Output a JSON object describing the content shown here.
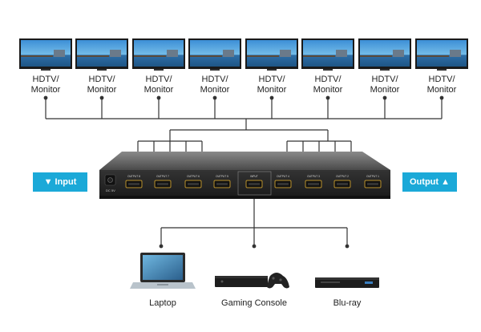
{
  "monitors": [
    {
      "line1": "HDTV/",
      "line2": "Monitor"
    },
    {
      "line1": "HDTV/",
      "line2": "Monitor"
    },
    {
      "line1": "HDTV/",
      "line2": "Monitor"
    },
    {
      "line1": "HDTV/",
      "line2": "Monitor"
    },
    {
      "line1": "HDTV/",
      "line2": "Monitor"
    },
    {
      "line1": "HDTV/",
      "line2": "Monitor"
    },
    {
      "line1": "HDTV/",
      "line2": "Monitor"
    },
    {
      "line1": "HDTV/",
      "line2": "Monitor"
    }
  ],
  "input_badge": "▼ Input",
  "output_badge": "Output ▲",
  "splitter": {
    "dc_label": "DC 5V",
    "port_labels": [
      "OUTPUT 8",
      "OUTPUT 7",
      "OUTPUT 6",
      "OUTPUT 5",
      "INPUT",
      "OUTPUT 4",
      "OUTPUT 3",
      "OUTPUT 2",
      "OUTPUT 1"
    ]
  },
  "sources": [
    {
      "name": "Laptop",
      "icon": "laptop-icon"
    },
    {
      "name": "Gaming Console",
      "icon": "game-console-icon"
    },
    {
      "name": "Blu-ray",
      "icon": "bluray-player-icon"
    }
  ],
  "colors": {
    "accent": "#1ba9d8",
    "device": "#2b2b2b",
    "line": "#333333"
  }
}
